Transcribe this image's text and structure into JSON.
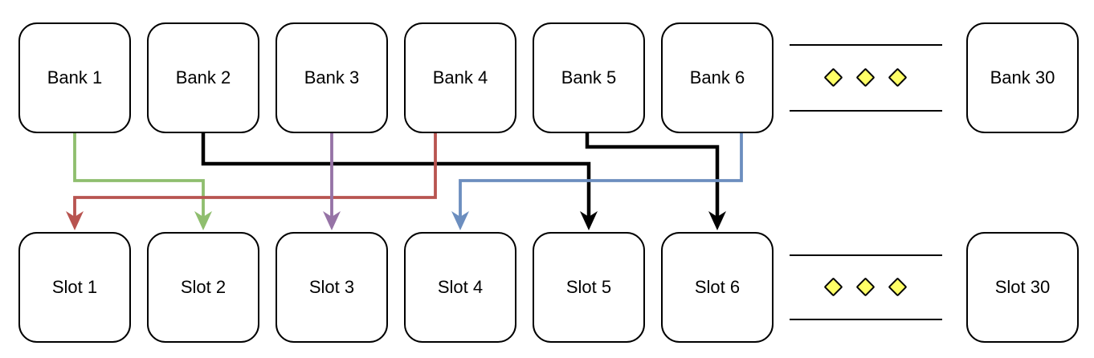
{
  "diagram": {
    "title": "bank-to-slot-mapping",
    "background_color": "#ffffff",
    "box_border_color": "#000000",
    "text_color": "#000000",
    "banks": [
      {
        "label": "Bank 1"
      },
      {
        "label": "Bank 2"
      },
      {
        "label": "Bank 3"
      },
      {
        "label": "Bank 4"
      },
      {
        "label": "Bank 5"
      },
      {
        "label": "Bank 6"
      }
    ],
    "bank_last": {
      "label": "Bank 30"
    },
    "slots": [
      {
        "label": "Slot 1"
      },
      {
        "label": "Slot 2"
      },
      {
        "label": "Slot 3"
      },
      {
        "label": "Slot 4"
      },
      {
        "label": "Slot 5"
      },
      {
        "label": "Slot 6"
      }
    ],
    "slot_last": {
      "label": "Slot 30"
    },
    "connections": [
      {
        "from": "Bank 1",
        "to": "Slot 2",
        "from_index": 0,
        "to_index": 1,
        "color": "#8fbe6e"
      },
      {
        "from": "Bank 2",
        "to": "Slot 5",
        "from_index": 1,
        "to_index": 4,
        "color": "#000000"
      },
      {
        "from": "Bank 3",
        "to": "Slot 3",
        "from_index": 2,
        "to_index": 2,
        "color": "#9673a6"
      },
      {
        "from": "Bank 4",
        "to": "Slot 1",
        "from_index": 3,
        "to_index": 0,
        "color": "#b85450"
      },
      {
        "from": "Bank 5",
        "to": "Slot 6",
        "from_index": 4,
        "to_index": 5,
        "color": "#000000"
      },
      {
        "from": "Bank 6",
        "to": "Slot 4",
        "from_index": 5,
        "to_index": 3,
        "color": "#6c8ebf"
      }
    ],
    "ellipsis": {
      "symbol": "diamond",
      "count": 3,
      "fill": "#ffff66",
      "stroke": "#000000"
    }
  }
}
